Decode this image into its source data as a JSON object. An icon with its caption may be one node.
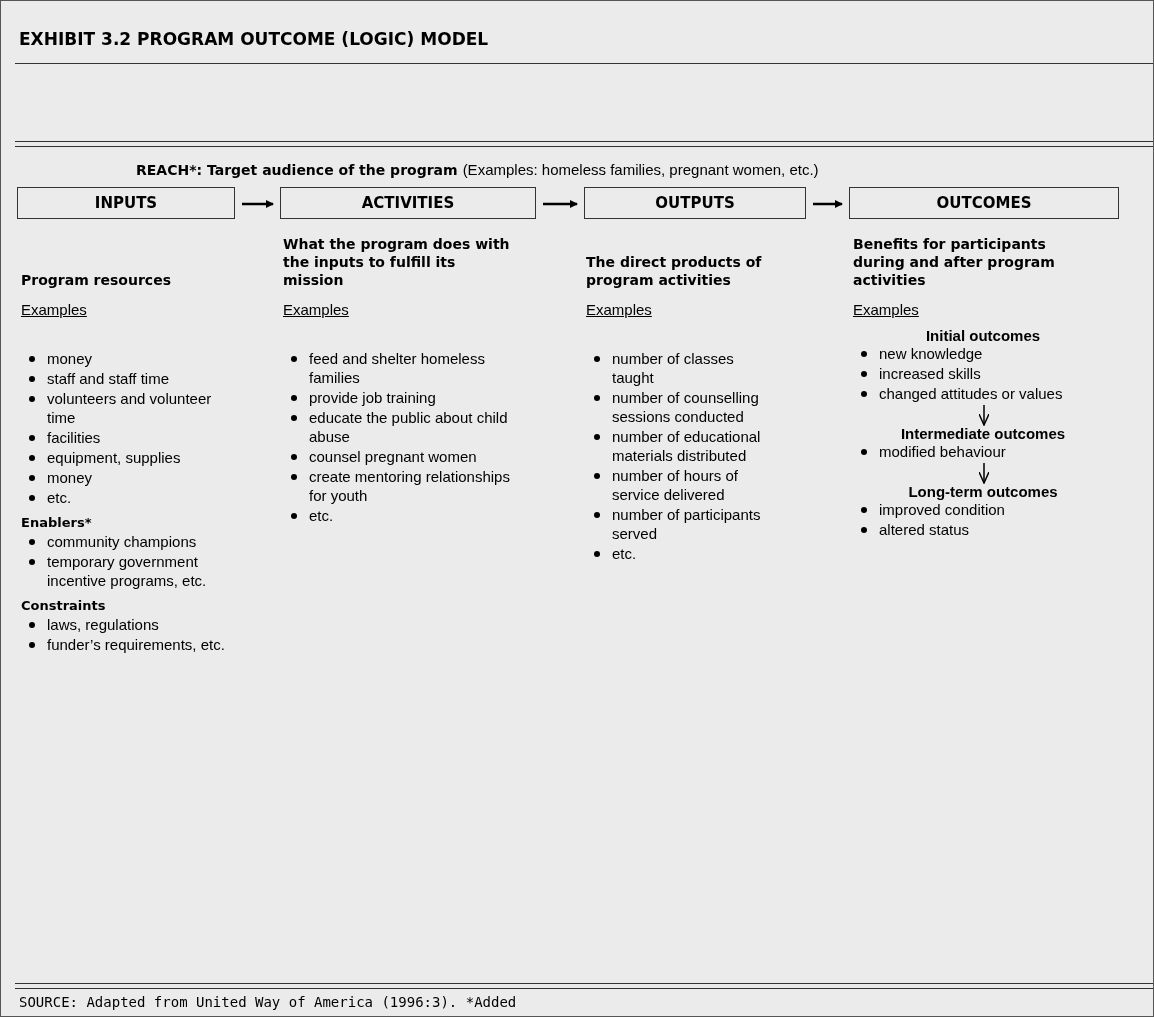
{
  "diagram": {
    "title": "EXHIBIT 3.2 PROGRAM OUTCOME (LOGIC) MODEL",
    "caption": "SOURCE: Adapted from United Way of America (1996:3). *Added",
    "nodes": [
      {
        "text": [
          "INPUTS"
        ]
      },
      {
        "text": [
          "ACTIVITIES"
        ]
      },
      {
        "text": [
          "OUTPUTS"
        ]
      },
      {
        "text": [
          "OUTCOMES"
        ]
      },
      {
        "text": [
          "Initial outcomes",
          "new knowledge",
          "increased skills",
          "changed attitudes or values"
        ]
      },
      {
        "text": [
          "Intermediate  outcomes",
          "modified behaviour"
        ]
      },
      {
        "text": [
          "Long-term  outcomes",
          "improved condition",
          "altered status"
        ]
      }
    ],
    "edges": [
      {
        "from": 0,
        "to": 1,
        "arrow": "to"
      },
      {
        "from": 1,
        "to": 2,
        "arrow": "to"
      },
      {
        "from": 2,
        "to": 3,
        "arrow": "to"
      },
      {
        "from": 4,
        "to": 5,
        "arrow": "to"
      },
      {
        "from": 5,
        "to": 6,
        "arrow": "to"
      }
    ],
    "labels": [
      "REACH*: Target audience of the program",
      "(Examples: homeless families, pregnant women, etc.)",
      "Program resources",
      "Examples",
      "money",
      "staff and staff time",
      "volunteers and volunteer time",
      "facilities",
      "equipment, supplies",
      "money",
      "etc.",
      "Enablers*",
      "community champions",
      "temporary government incentive programs, etc.",
      "Constraints",
      "laws, regulations",
      "funder’s requirements, etc.",
      "What the program does with the inputs to fulfill its mission",
      "Examples",
      "feed and shelter homeless families",
      "provide job training",
      "educate the public about child abuse",
      "counsel pregnant women",
      "create mentoring relationships for youth",
      "etc.",
      "The direct products of program activities",
      "Examples",
      "number of classes taught",
      "number of counselling sessions conducted",
      "number of educational materials distributed",
      "number of hours of service delivered",
      "number of participants served",
      "etc.",
      "Benefits for participants during and after program activities",
      "Examples"
    ]
  }
}
